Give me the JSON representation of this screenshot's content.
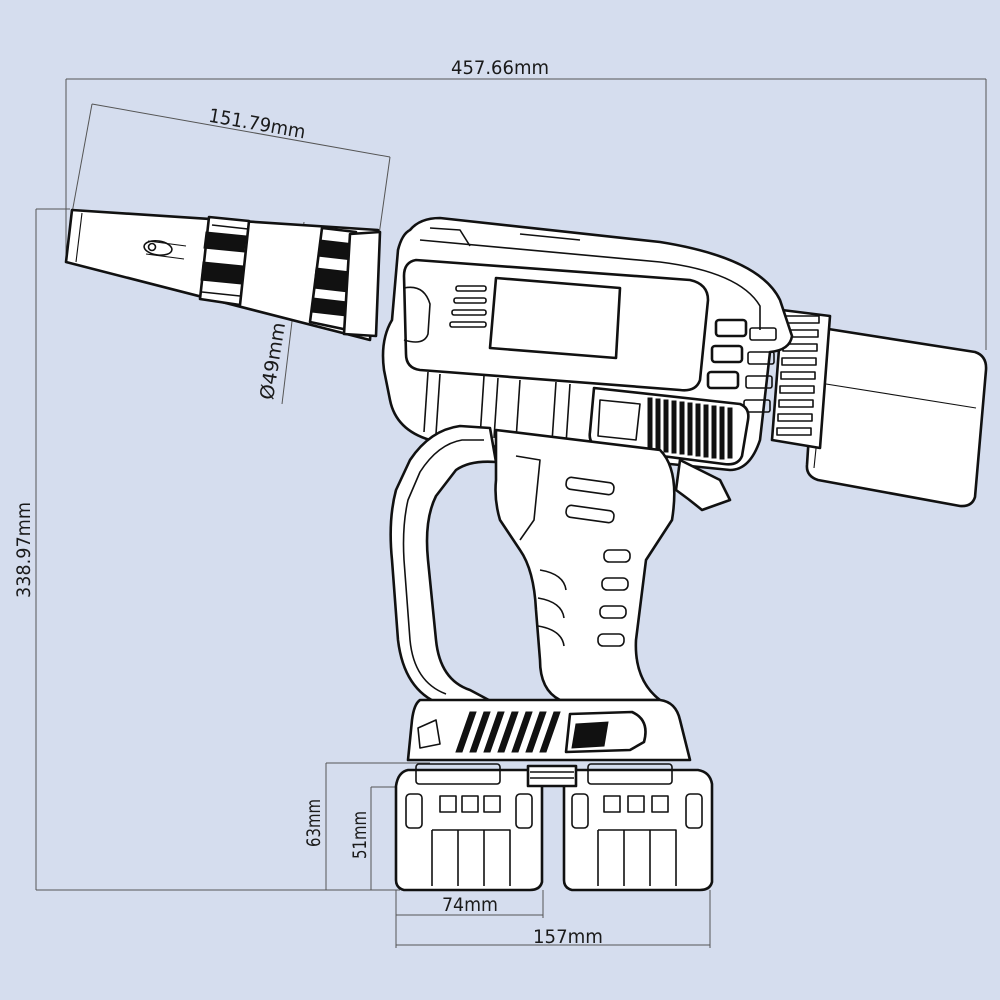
{
  "colors": {
    "background": "#d5ddee",
    "outline": "#111111",
    "body_fill": "#ffffff",
    "dimension_line": "#555555",
    "dimension_text": "#1a1a1a"
  },
  "dimensions": {
    "overall_length": "457.66mm",
    "nozzle_length": "151.79mm",
    "nozzle_diameter": "Ø49mm",
    "overall_height": "338.97mm",
    "battery_height": "63mm",
    "battery_inner_height": "51mm",
    "battery_width": "74mm",
    "battery_pair_width": "157mm"
  }
}
